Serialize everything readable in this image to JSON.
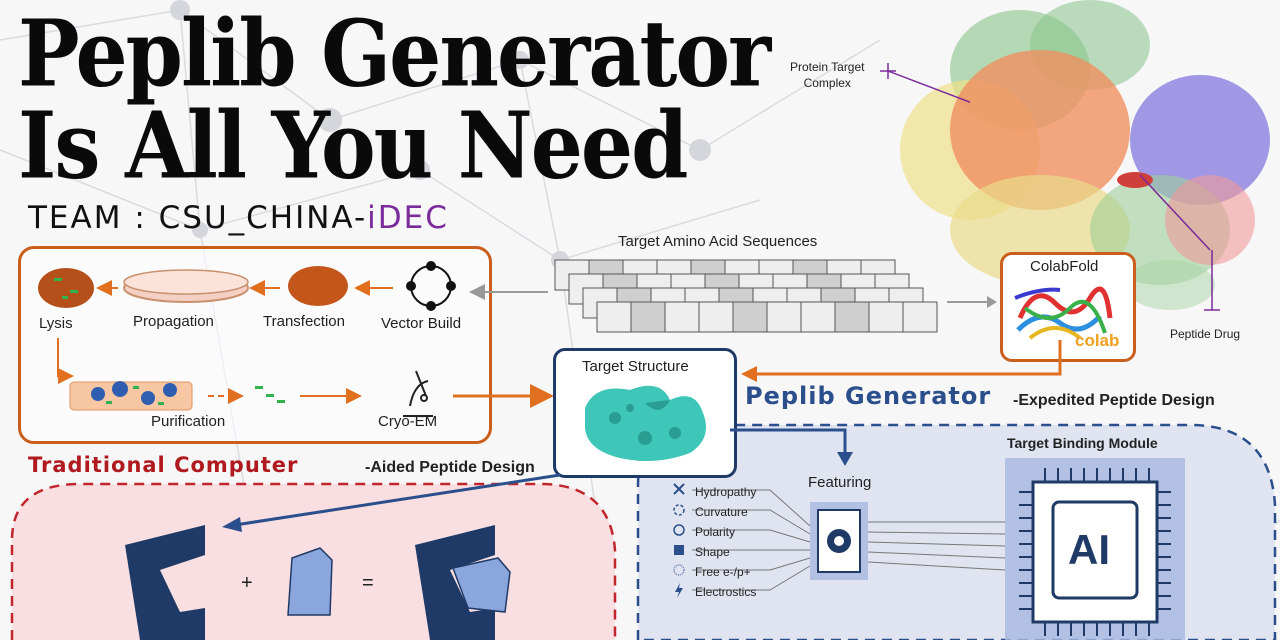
{
  "title": {
    "line1": "Peplib Generator",
    "line2": "Is All You Need"
  },
  "team": {
    "prefix": "TEAM : CSU_CHINA-",
    "suffix": "iDEC"
  },
  "wet_lab": {
    "steps": [
      "Lysis",
      "Propagation",
      "Transfection",
      "Vector Build",
      "Purification",
      "Cryo-EM"
    ]
  },
  "sequences": {
    "label": "Target Amino Acid Sequences"
  },
  "colabfold": {
    "label": "ColabFold",
    "logo_text": "colab"
  },
  "protein": {
    "target_label_line1": "Protein Target",
    "target_label_line2": "Complex",
    "drug_label": "Peptide Drug"
  },
  "target_structure": {
    "label": "Target Structure"
  },
  "peplib": {
    "name": "Peplib Generator",
    "subtitle": "-Expedited Peptide Design"
  },
  "traditional": {
    "name": "Traditional Computer",
    "subtitle": "-Aided Peptide Design"
  },
  "featuring": {
    "label": "Featuring",
    "features": [
      "Hydropathy",
      "Curvature",
      "Polarity",
      "Shape",
      "Free e-/p+",
      "Electrostics"
    ]
  },
  "binding_module": {
    "label": "Target Binding Module",
    "chip_text": "AI"
  },
  "equation": {
    "plus": "+",
    "equals": "="
  },
  "colors": {
    "orange": "#e07020",
    "navy": "#1f3a66",
    "red_dash": "#c0262b",
    "blue_dash": "#2b4f8c",
    "teal": "#3ec6b8",
    "purple": "#7a2a9a"
  }
}
